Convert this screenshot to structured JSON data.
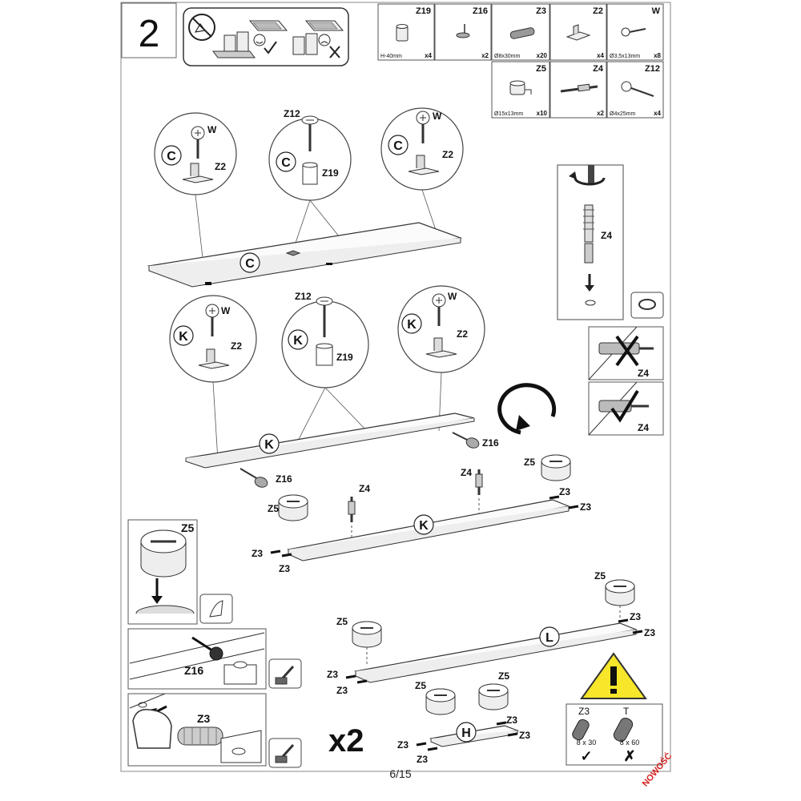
{
  "step": {
    "number": "2"
  },
  "parts": [
    {
      "code": "Z19",
      "spec": "H-40mm",
      "qty": "x4"
    },
    {
      "code": "Z16",
      "spec": "",
      "qty": "x2"
    },
    {
      "code": "Z3",
      "spec": "Ø8x30mm",
      "qty": "x20"
    },
    {
      "code": "Z2",
      "spec": "",
      "qty": "x4"
    },
    {
      "code": "W",
      "spec": "Ø3,5x13mm",
      "qty": "x8"
    },
    {
      "code": "Z5",
      "spec": "Ø15x13mm",
      "qty": "x10"
    },
    {
      "code": "Z4",
      "spec": "",
      "qty": "x2"
    },
    {
      "code": "Z12",
      "spec": "Ø4x25mm",
      "qty": "x4"
    }
  ],
  "labels": {
    "W": "W",
    "Z2": "Z2",
    "Z3": "Z3",
    "Z4": "Z4",
    "Z5": "Z5",
    "Z12": "Z12",
    "Z16": "Z16",
    "Z19": "Z19",
    "C": "C",
    "K": "K",
    "L": "L",
    "H": "H",
    "T": "T"
  },
  "multiplier": "x2",
  "dowel_compare": [
    {
      "code": "Z3",
      "size": "8 x 30",
      "mark": "✓"
    },
    {
      "code": "T",
      "size": "8 x 60",
      "mark": "✗"
    }
  ],
  "footer": {
    "page": "6/15",
    "badge": "NOWOŚĆ"
  }
}
